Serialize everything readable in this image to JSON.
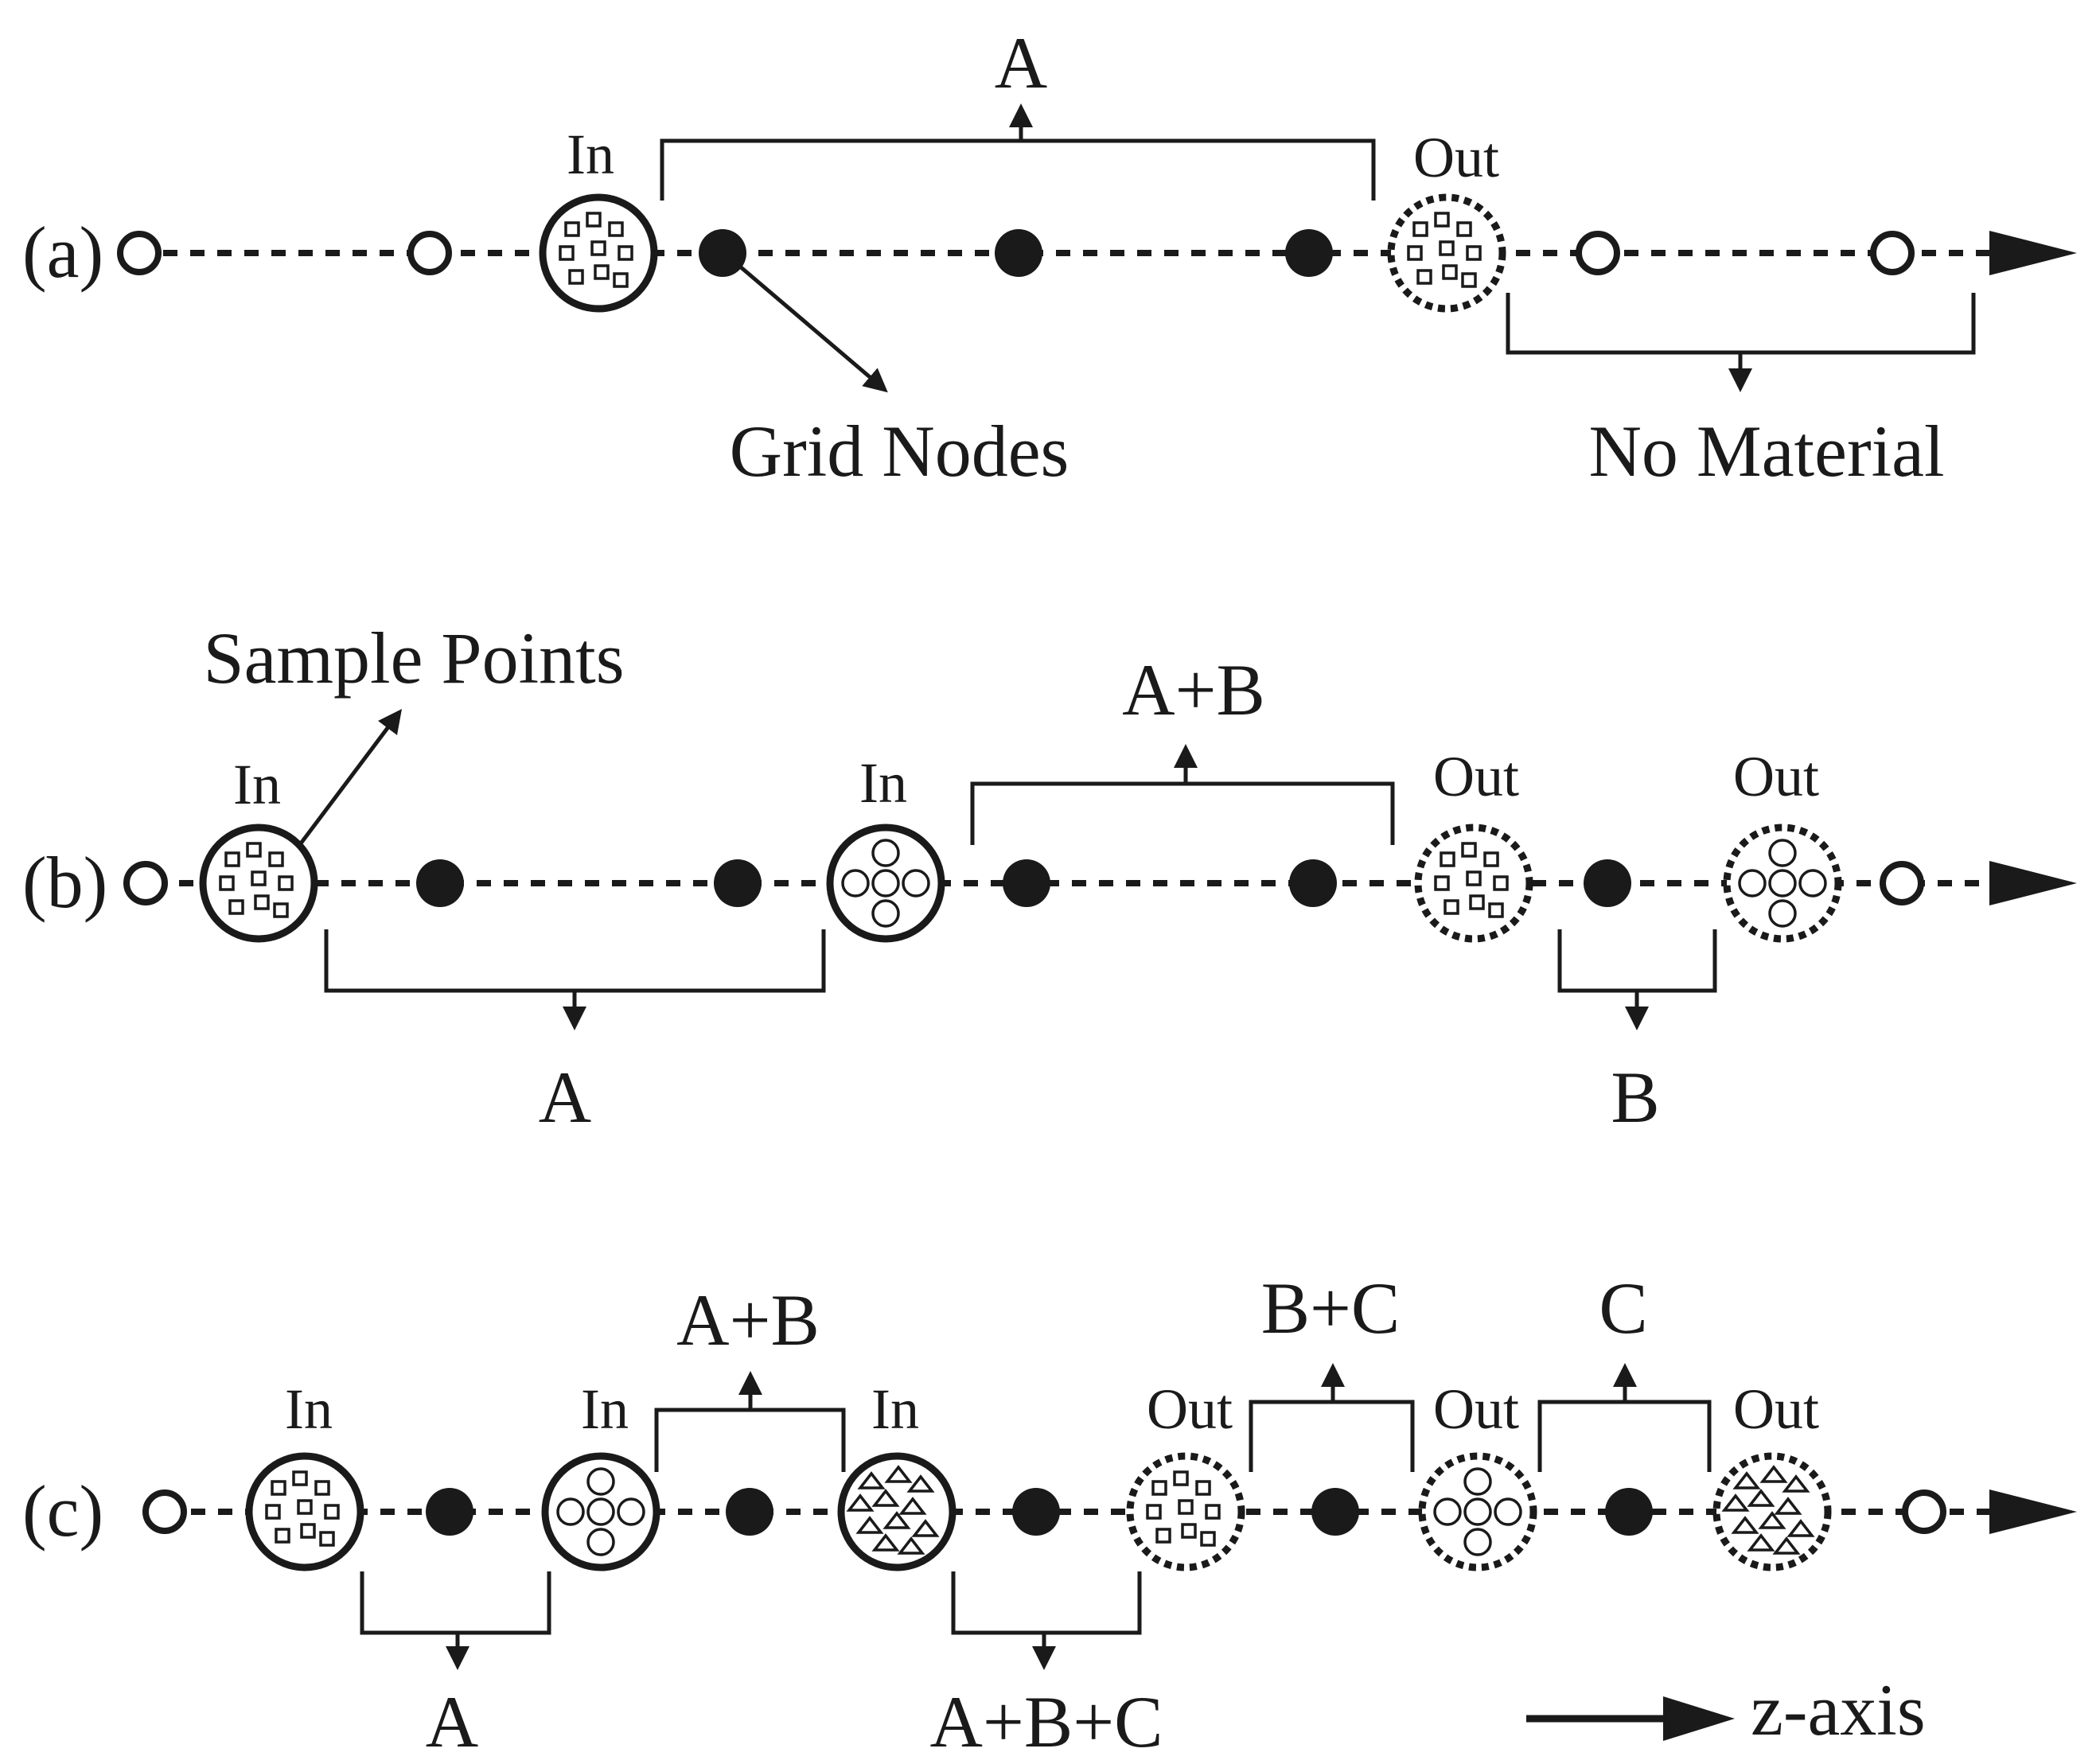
{
  "panels": [
    {
      "tag": "(a)",
      "in_labels": [
        "In"
      ],
      "out_labels": [
        "Out"
      ],
      "bracket_labels": [
        "A"
      ],
      "annotations": [
        "Grid Nodes",
        "No Material"
      ]
    },
    {
      "tag": "(b)",
      "in_labels": [
        "In",
        "In"
      ],
      "out_labels": [
        "Out",
        "Out"
      ],
      "bracket_labels": [
        "A+B",
        "A",
        "B"
      ],
      "annotations": [
        "Sample Points"
      ]
    },
    {
      "tag": "(c)",
      "in_labels": [
        "In",
        "In",
        "In"
      ],
      "out_labels": [
        "Out",
        "Out",
        "Out"
      ],
      "bracket_labels": [
        "A+B",
        "B+C",
        "C",
        "A",
        "A+B+C"
      ],
      "annotations": []
    }
  ],
  "legend": {
    "label": "z-axis"
  },
  "colors": {
    "ink": "#1a1a1a",
    "background": "#ffffff"
  }
}
